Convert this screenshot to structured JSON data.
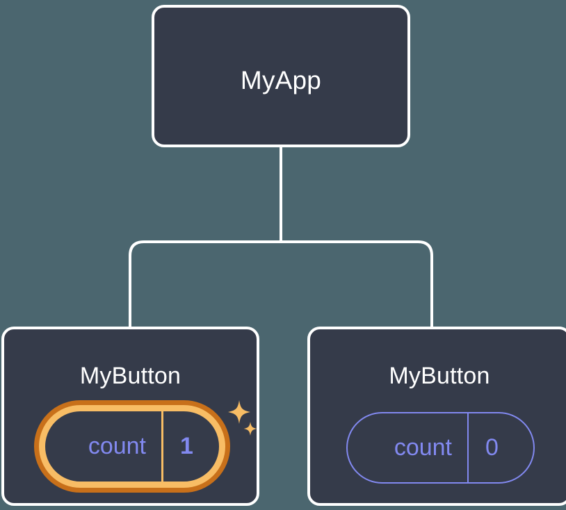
{
  "diagram": {
    "type": "component-tree",
    "background_color": "#4b666f",
    "node_fill_color": "#353b4a",
    "node_border_color": "#ffffff",
    "connector_color": "#ffffff",
    "state_color": "#8289f0",
    "highlight_color_outer": "#c8701a",
    "highlight_color_inner": "#f8bd65"
  },
  "root": {
    "label": "MyApp"
  },
  "children": [
    {
      "label": "MyButton",
      "state": {
        "key": "count",
        "value": "1"
      },
      "highlighted": true,
      "sparkle_icons": [
        "sparkle-large-icon",
        "sparkle-small-icon"
      ]
    },
    {
      "label": "MyButton",
      "state": {
        "key": "count",
        "value": "0"
      },
      "highlighted": false
    }
  ]
}
